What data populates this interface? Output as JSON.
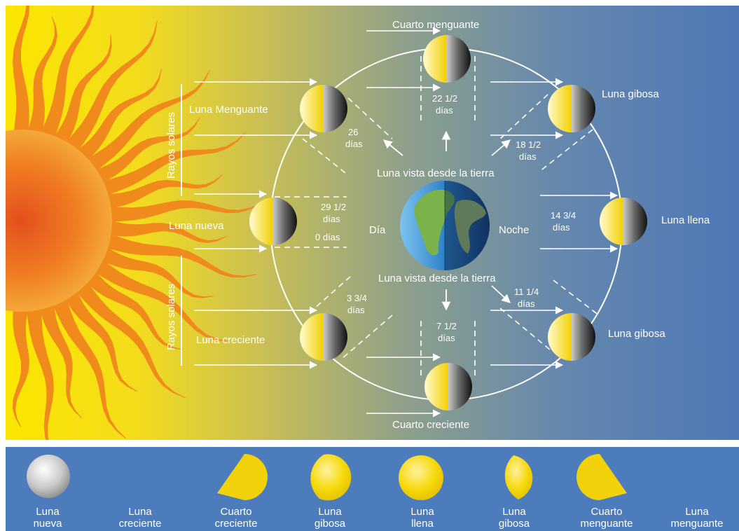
{
  "diagram": {
    "side_labels": {
      "rays_top": "Rayos solares",
      "rays_bottom": "Rayos solares"
    },
    "earth": {
      "day": "Día",
      "night": "Noche",
      "seen_top": "Luna vista desde la tierra",
      "seen_bottom": "Luna vista desde la tierra"
    },
    "phases": [
      {
        "name": "Cuarto menguante",
        "days": [
          "22 1/2",
          "días"
        ]
      },
      {
        "name": "Luna Menguante",
        "days": [
          "26",
          "días"
        ]
      },
      {
        "name": "Luna gibosa",
        "days": [
          "18 1/2",
          "días"
        ]
      },
      {
        "name": "Luna nueva",
        "days": [
          "29 1/2",
          "días"
        ],
        "days_extra": "0 días"
      },
      {
        "name": "Luna llena",
        "days": [
          "14 3/4",
          "días"
        ]
      },
      {
        "name": "Luna creciente",
        "days": [
          "3 3/4",
          "días"
        ]
      },
      {
        "name": "Luna gibosa",
        "days": [
          "11 1/4",
          "días"
        ]
      },
      {
        "name": "Cuarto creciente",
        "days": [
          "7 1/2",
          "días"
        ]
      }
    ]
  },
  "strip": [
    {
      "line1": "Luna",
      "line2": "nueva"
    },
    {
      "line1": "Luna",
      "line2": "creciente"
    },
    {
      "line1": "Cuarto",
      "line2": "creciente"
    },
    {
      "line1": "Luna",
      "line2": "gibosa"
    },
    {
      "line1": "Luna",
      "line2": "llena"
    },
    {
      "line1": "Luna",
      "line2": "gibosa"
    },
    {
      "line1": "Cuarto",
      "line2": "menguante"
    },
    {
      "line1": "Luna",
      "line2": "menguante"
    }
  ],
  "colors": {
    "sun": "#f08a1c",
    "moon_light": "#f5d90a",
    "sky_right": "#4d79b8",
    "strip_bg": "#4d7cbd"
  }
}
